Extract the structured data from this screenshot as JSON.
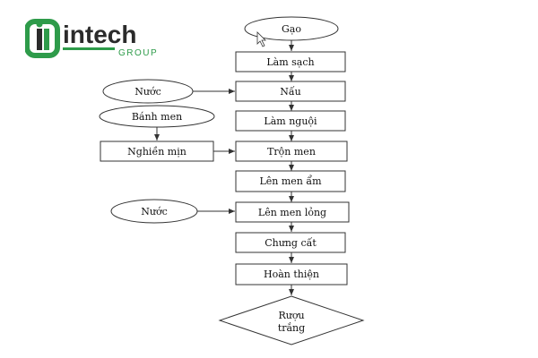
{
  "brand": {
    "name": "intech",
    "sub": "GROUP",
    "green": "#2e9b4a",
    "dark": "#2b2b2b"
  },
  "diagram": {
    "nodes": {
      "gao": "Gạo",
      "lam_sach": "Làm sạch",
      "nau": "Nấu",
      "lam_nguoi": "Làm nguội",
      "tron_men": "Trộn men",
      "len_men_am": "Lên men ẩm",
      "len_men_long": "Lên men lỏng",
      "chung_cat": "Chưng cất",
      "hoan_thien": "Hoàn thiện",
      "ruou_trang_1": "Rượu",
      "ruou_trang_2": "trắng",
      "nuoc_1": "Nước",
      "banh_men": "Bánh men",
      "nghien_min": "Nghiền mịn",
      "nuoc_2": "Nước"
    }
  }
}
